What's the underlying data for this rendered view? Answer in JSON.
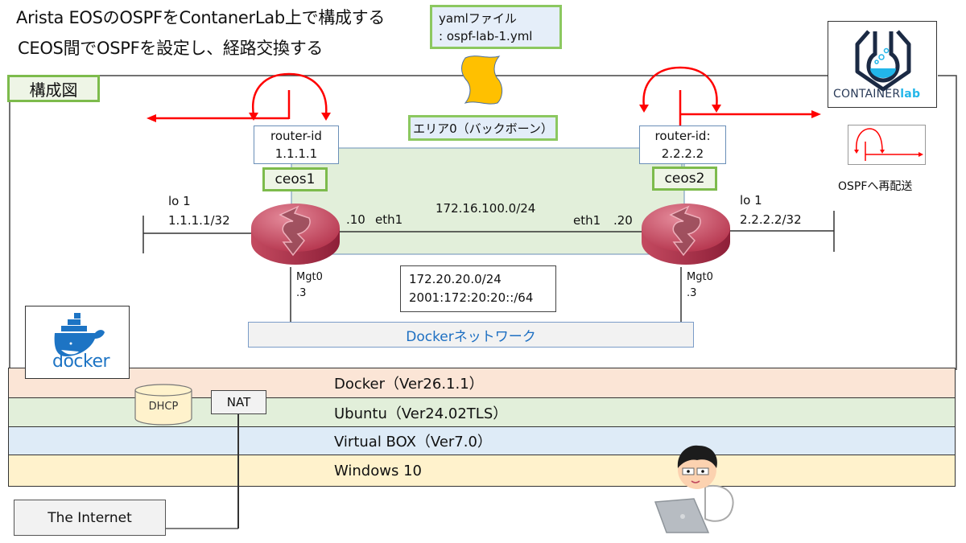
{
  "header": {
    "title_line1": "Arista EOSのOSPFをContanerLab上で構成する",
    "title_line2": "CEOS間でOSPFを設定し、経路交換する"
  },
  "yaml_file": {
    "line1": "yamlファイル",
    "line2": ": ospf-lab-1.yml"
  },
  "diagram": {
    "label": "構成図",
    "area_label": "エリア0（バックボーン）",
    "transit_network": "172.16.100.0/24",
    "mgmt_network": {
      "ipv4": "172.20.20.0/24",
      "ipv6": "2001:172:20:20::/64"
    },
    "docker_network": "Dockerネットワーク",
    "routers": [
      {
        "name": "ceos1",
        "router_id_label": "router-id",
        "router_id": "1.1.1.1",
        "loopback_name": "lo 1",
        "loopback_ip": "1.1.1.1/32",
        "eth_host": ".10",
        "eth_name": "eth1",
        "mgmt_name": "Mgt0",
        "mgmt_host": ".3"
      },
      {
        "name": "ceos2",
        "router_id_label": "router-id:",
        "router_id": "2.2.2.2",
        "loopback_name": "lo 1",
        "loopback_ip": "2.2.2.2/32",
        "eth_host": ".20",
        "eth_name": "eth1",
        "mgmt_name": "Mgt0",
        "mgmt_host": ".3"
      }
    ],
    "legend": {
      "redistribute_label": "OSPFへ再配送"
    },
    "containerlab_logo": {
      "text_main": "CONTAINER",
      "text_accent": "lab"
    },
    "docker_logo": {
      "text": "docker"
    }
  },
  "layers": [
    {
      "label": "Docker（Ver26.1.1）",
      "color": "#fbe5d6"
    },
    {
      "label": "Ubuntu（Ver24.02TLS）",
      "color": "#e2efda"
    },
    {
      "label": "Virtual BOX（Ver7.0）",
      "color": "#deebf7"
    },
    {
      "label": "Windows 10",
      "color": "#fff2cc"
    }
  ],
  "services": {
    "dhcp": "DHCP",
    "nat": "NAT",
    "internet": "The Internet"
  },
  "colors": {
    "accent_red": "#ff0000",
    "router": "#c0485e",
    "green_border": "#7dbb4c",
    "docker_blue": "#1d74c4",
    "clab_blue": "#20b5e8"
  }
}
